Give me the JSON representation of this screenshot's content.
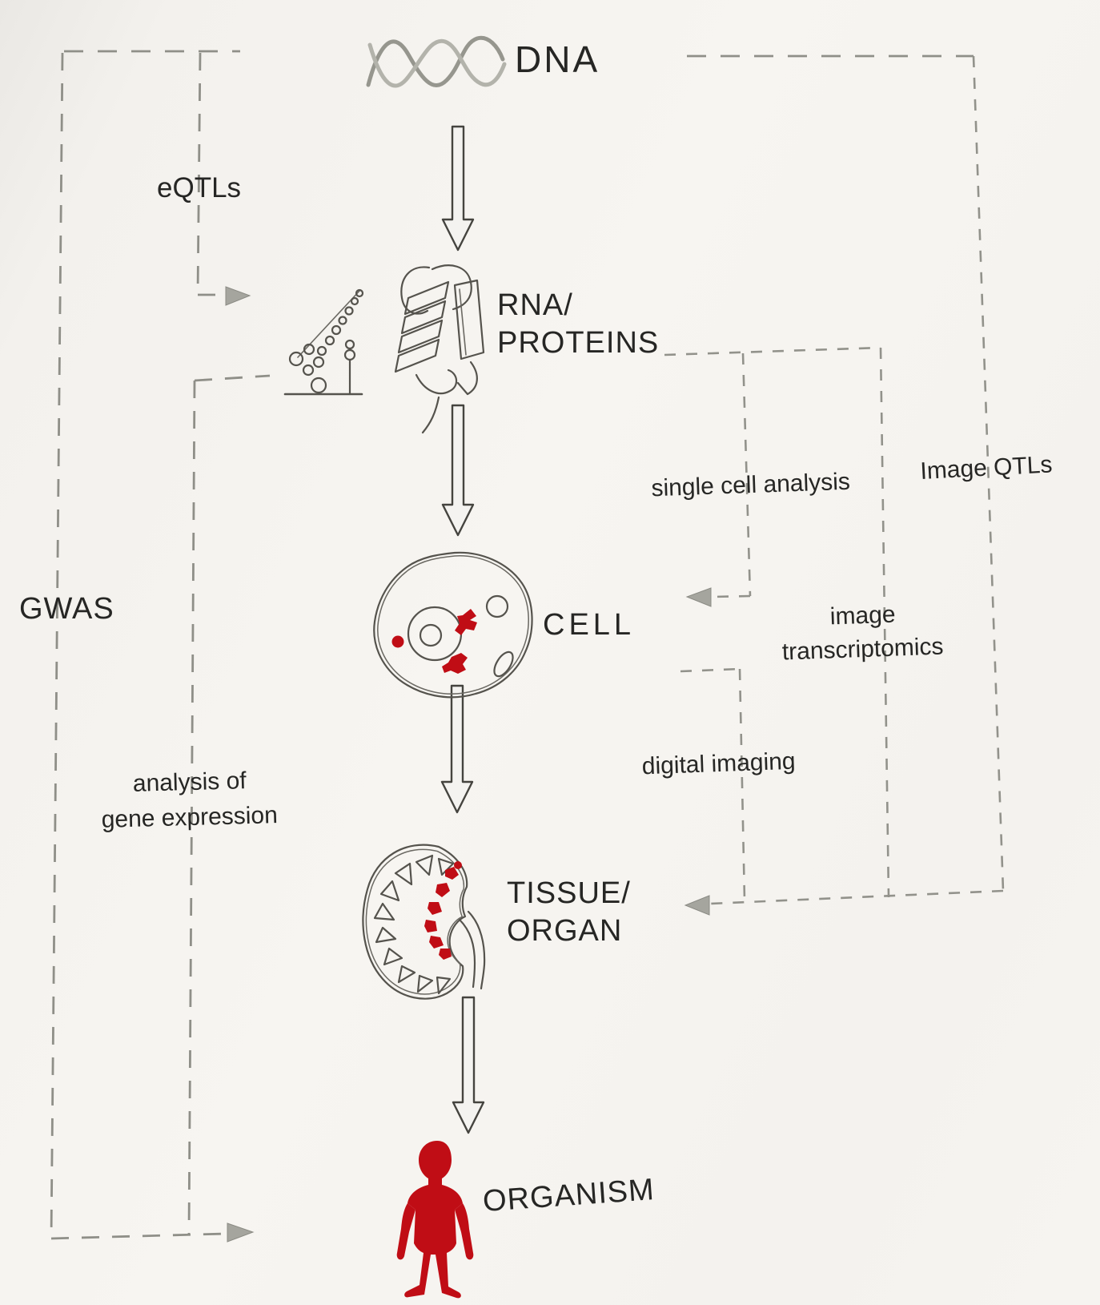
{
  "diagram": {
    "flow_nodes": [
      {
        "id": "dna",
        "lines": [
          "DNA"
        ]
      },
      {
        "id": "rna-proteins",
        "lines": [
          "RNA/",
          "PROTEINS"
        ]
      },
      {
        "id": "cell",
        "lines": [
          "CELL"
        ]
      },
      {
        "id": "tissue-organ",
        "lines": [
          "TISSUE/",
          "ORGAN"
        ]
      },
      {
        "id": "organism",
        "lines": [
          "ORGANISM"
        ]
      }
    ],
    "method_labels": [
      {
        "id": "eqtls",
        "lines": [
          "eQTLs"
        ]
      },
      {
        "id": "gwas",
        "lines": [
          "GWAS"
        ]
      },
      {
        "id": "analysis-of-gene-expression",
        "lines": [
          "analysis of",
          "gene expression"
        ]
      },
      {
        "id": "single-cell-analysis",
        "lines": [
          "single cell analysis"
        ]
      },
      {
        "id": "image-qtls",
        "lines": [
          "Image QTLs"
        ]
      },
      {
        "id": "image-transcriptomics",
        "lines": [
          "image",
          "transcriptomics"
        ]
      },
      {
        "id": "digital-imaging",
        "lines": [
          "digital imaging"
        ]
      }
    ],
    "colors": {
      "marker_red": "#c00d15",
      "dashed_line_gray": "#8f8f88",
      "ink": "#262624",
      "icon_stroke": "#55534d"
    }
  }
}
